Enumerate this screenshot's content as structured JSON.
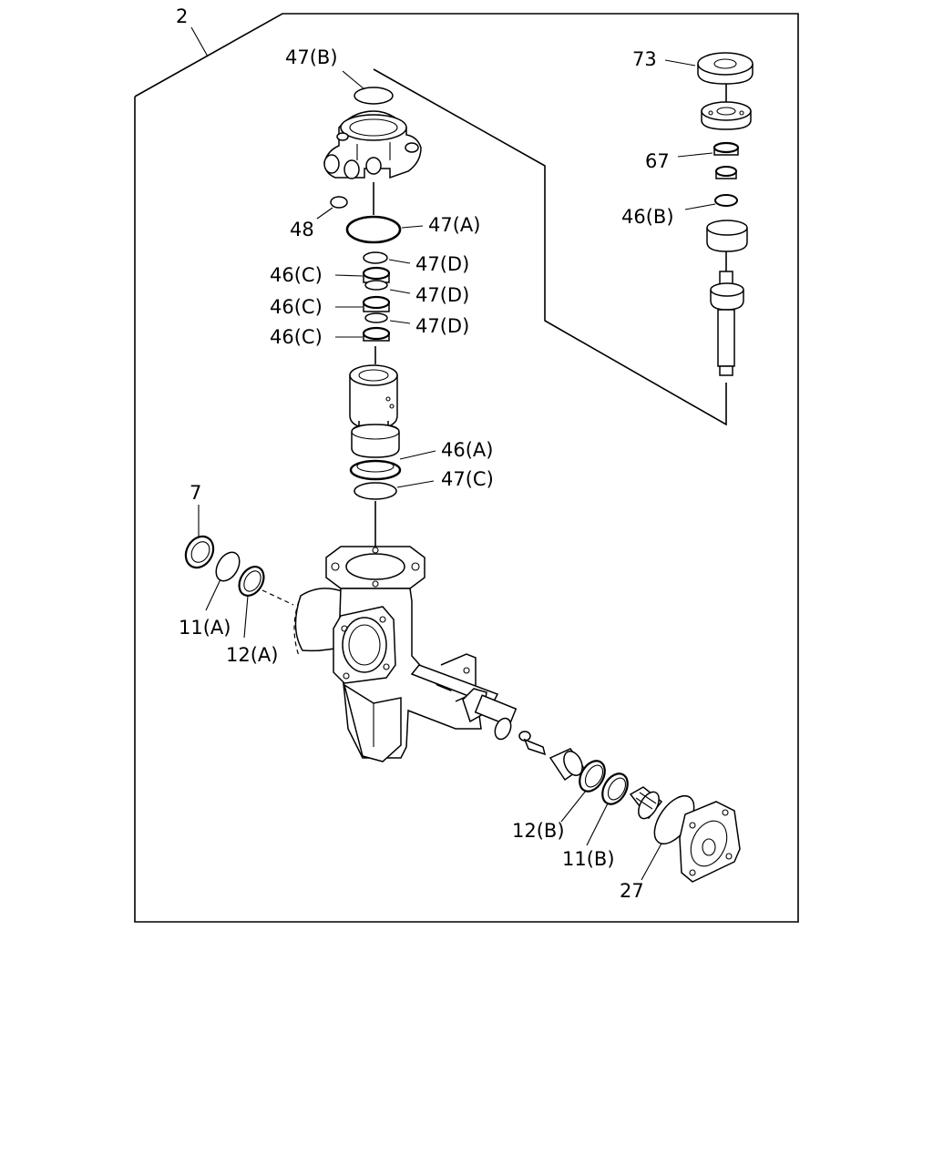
{
  "diagram": {
    "callouts": {
      "c2": "2",
      "c47b_top": "47(B)",
      "c73": "73",
      "c67": "67",
      "c46b": "46(B)",
      "c48": "48",
      "c47a": "47(A)",
      "c47d_1": "47(D)",
      "c46c_1": "46(C)",
      "c47d_2": "47(D)",
      "c46c_2": "46(C)",
      "c47d_3": "47(D)",
      "c46c_3": "46(C)",
      "c46a": "46(A)",
      "c47c": "47(C)",
      "c7": "7",
      "c11a": "11(A)",
      "c12a": "12(A)",
      "c12b": "12(B)",
      "c11b": "11(B)",
      "c27": "27"
    }
  }
}
